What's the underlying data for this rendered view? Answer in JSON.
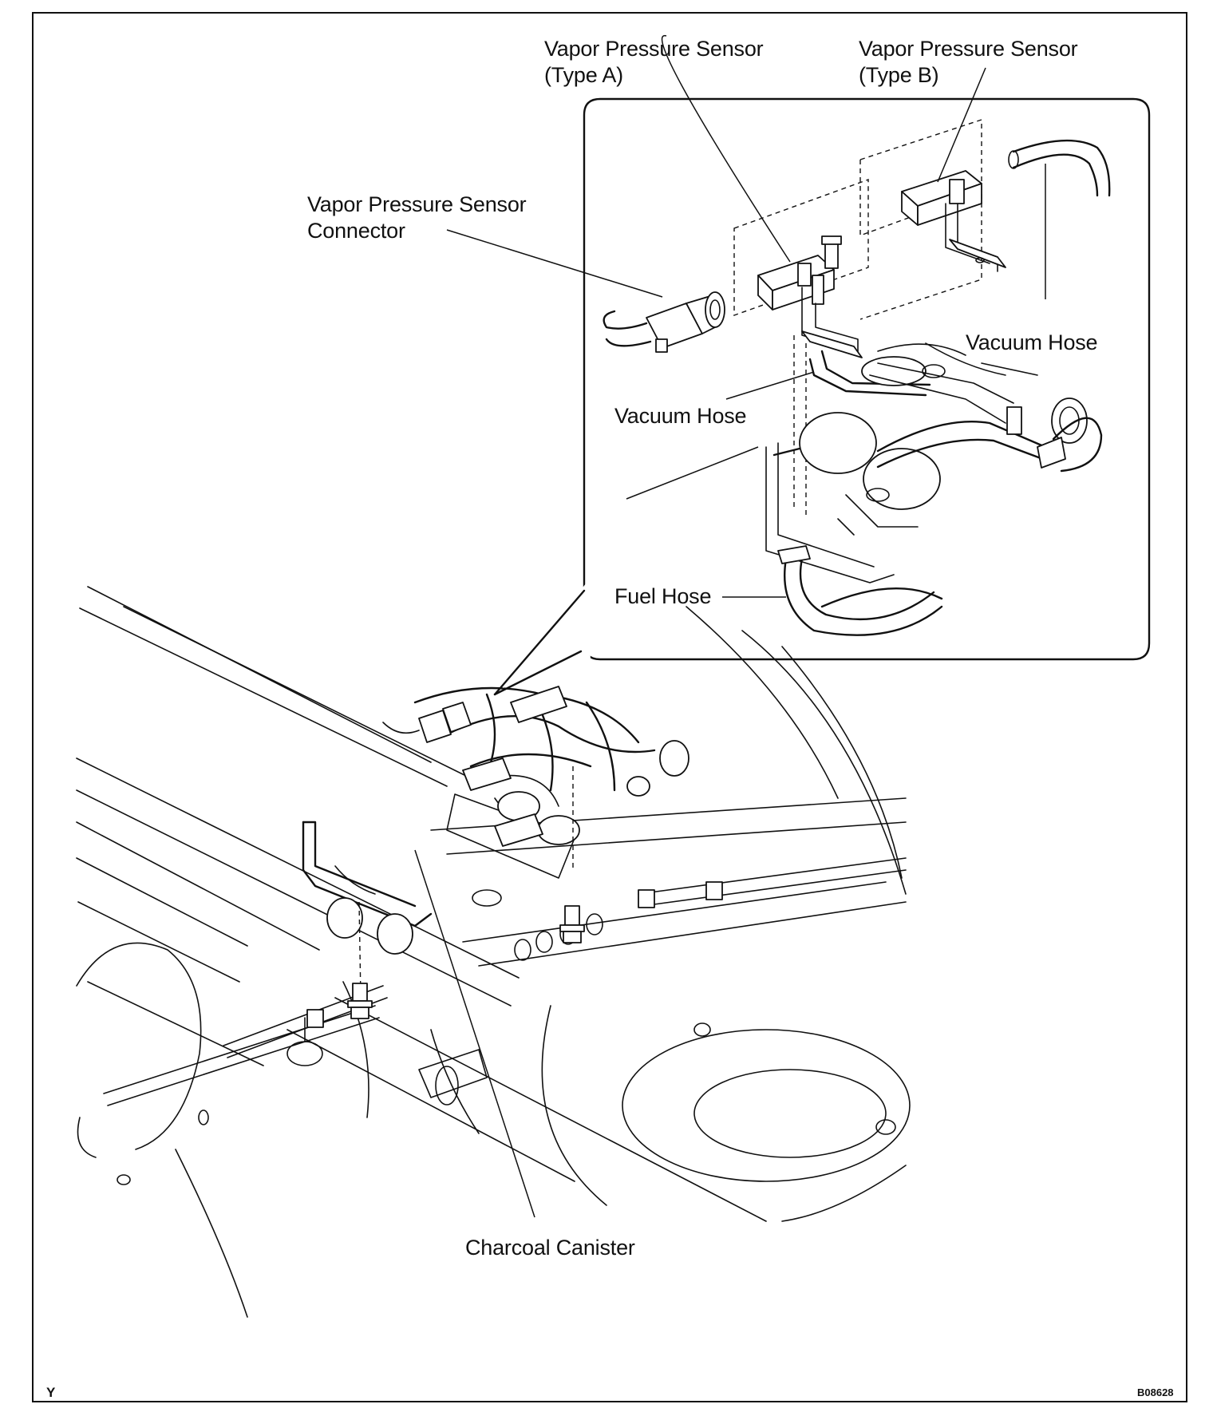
{
  "diagram": {
    "labels": {
      "sensor_type_a": "Vapor Pressure Sensor\n(Type A)",
      "sensor_type_b": "Vapor Pressure Sensor\n(Type B)",
      "sensor_connector": "Vapor Pressure Sensor\nConnector",
      "vacuum_hose_right": "Vacuum Hose",
      "vacuum_hose_left": "Vacuum Hose",
      "fuel_hose": "Fuel Hose",
      "charcoal_canister": "Charcoal Canister"
    },
    "corner_marks": {
      "bottom_left": "Y",
      "figure_code": "B08628"
    }
  }
}
